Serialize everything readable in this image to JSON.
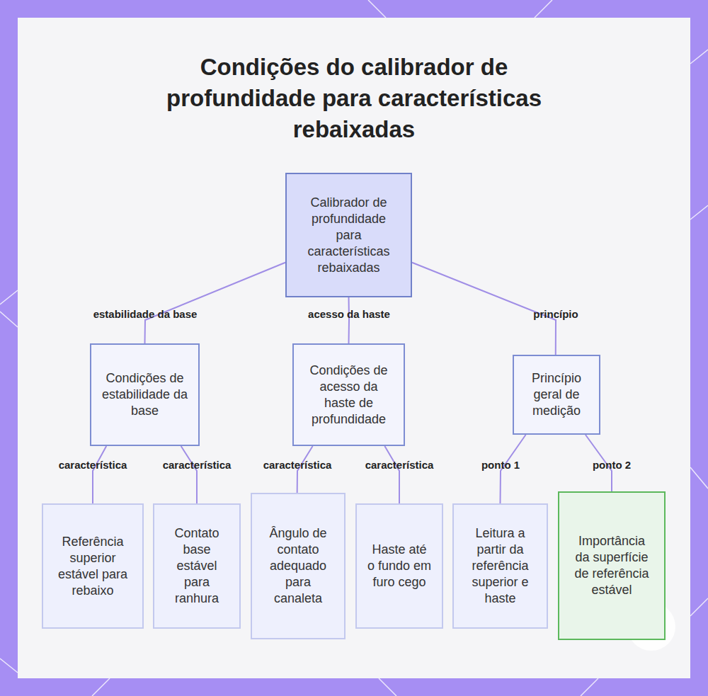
{
  "diagram": {
    "title": "Condições do calibrador de profundidade para características rebaixadas",
    "nodes": [
      {
        "text": [
          "Calibrador de profundidade para características rebaixadas"
        ]
      },
      {
        "text": [
          "Condições de estabilidade da base"
        ]
      },
      {
        "text": [
          "Condições de acesso da haste de profundidade"
        ]
      },
      {
        "text": [
          "Princípio geral de medição"
        ]
      },
      {
        "text": [
          "Referência superior estável para rebaixo"
        ]
      },
      {
        "text": [
          "Contato base estável para ranhura"
        ]
      },
      {
        "text": [
          "Ângulo de contato adequado para canaleta"
        ]
      },
      {
        "text": [
          "Haste até o fundo em furo cego"
        ]
      },
      {
        "text": [
          "Leitura a partir da referência superior e haste"
        ]
      },
      {
        "text": [
          "Importância da superfície de referência estável"
        ]
      }
    ],
    "edges": [
      {
        "from": 0,
        "to": 1,
        "arrow": "none",
        "label": "estabilidade da base"
      },
      {
        "from": 0,
        "to": 2,
        "arrow": "none",
        "label": "acesso da haste"
      },
      {
        "from": 0,
        "to": 3,
        "arrow": "none",
        "label": "princípio"
      },
      {
        "from": 1,
        "to": 4,
        "arrow": "none",
        "label": "característica"
      },
      {
        "from": 1,
        "to": 5,
        "arrow": "none",
        "label": "característica"
      },
      {
        "from": 2,
        "to": 6,
        "arrow": "none",
        "label": "característica"
      },
      {
        "from": 2,
        "to": 7,
        "arrow": "none",
        "label": "característica"
      },
      {
        "from": 3,
        "to": 8,
        "arrow": "none",
        "label": "ponto 1"
      },
      {
        "from": 3,
        "to": 9,
        "arrow": "none",
        "label": "ponto 2"
      }
    ]
  }
}
